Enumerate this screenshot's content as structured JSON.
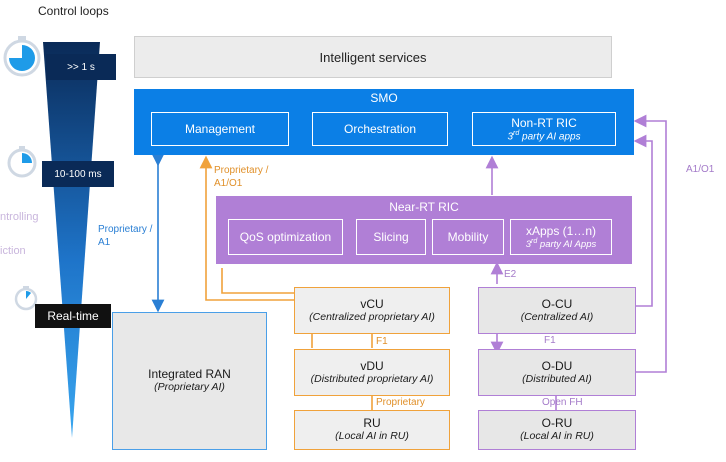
{
  "title": "Control loops",
  "timescales": {
    "slow": ">> 1 s",
    "medium": "10-100 ms",
    "fast": "Real-time"
  },
  "side_labels": {
    "controlling": "ntrolling",
    "prediction": "iction"
  },
  "intelligent_services": "Intelligent services",
  "smo": {
    "title": "SMO",
    "management": "Management",
    "orchestration": "Orchestration",
    "nonrt_title": "Non-RT RIC",
    "nonrt_sub_pre": "3",
    "nonrt_sub_sup": "rd",
    "nonrt_sub_post": " party AI apps"
  },
  "near_rt_ric": {
    "title": "Near-RT RIC",
    "qos": "QoS optimization",
    "slicing": "Slicing",
    "mobility": "Mobility",
    "xapps_title": "xApps (1…n)",
    "xapps_sub_pre": "3",
    "xapps_sub_sup": "rd",
    "xapps_sub_post": " party AI Apps"
  },
  "integrated_ran": {
    "title": "Integrated RAN",
    "subtitle": "(Proprietary AI)"
  },
  "proprietary_stack": {
    "vcu_title": "vCU",
    "vcu_sub": "(Centralized proprietary AI)",
    "vdu_title": "vDU",
    "vdu_sub": "(Distributed proprietary AI)",
    "ru_title": "RU",
    "ru_sub": "(Local AI in RU)"
  },
  "oran_stack": {
    "ocu_title": "O-CU",
    "ocu_sub": "(Centralized AI)",
    "odu_title": "O-DU",
    "odu_sub": "(Distributed AI)",
    "oru_title": "O-RU",
    "oru_sub": "(Local AI in RU)"
  },
  "interfaces": {
    "proprietary_a1_line1": "Proprietary /",
    "proprietary_a1_line2": "A1",
    "proprietary_a1o1_line1": "Proprietary /",
    "proprietary_a1o1_line2": "A1/O1",
    "f1_orange": "F1",
    "proprietary_low": "Proprietary",
    "e2": "E2",
    "f1_purple": "F1",
    "open_fh": "Open FH",
    "a1_o1": "A1/O1"
  },
  "colors": {
    "smo_blue": "#0b7fe6",
    "ric_purple": "#b07fd6",
    "orange": "#f0a23b",
    "purple_line": "#b07fd6",
    "blue_line": "#2a7fd4",
    "clock_blue": "#1e9be8"
  }
}
